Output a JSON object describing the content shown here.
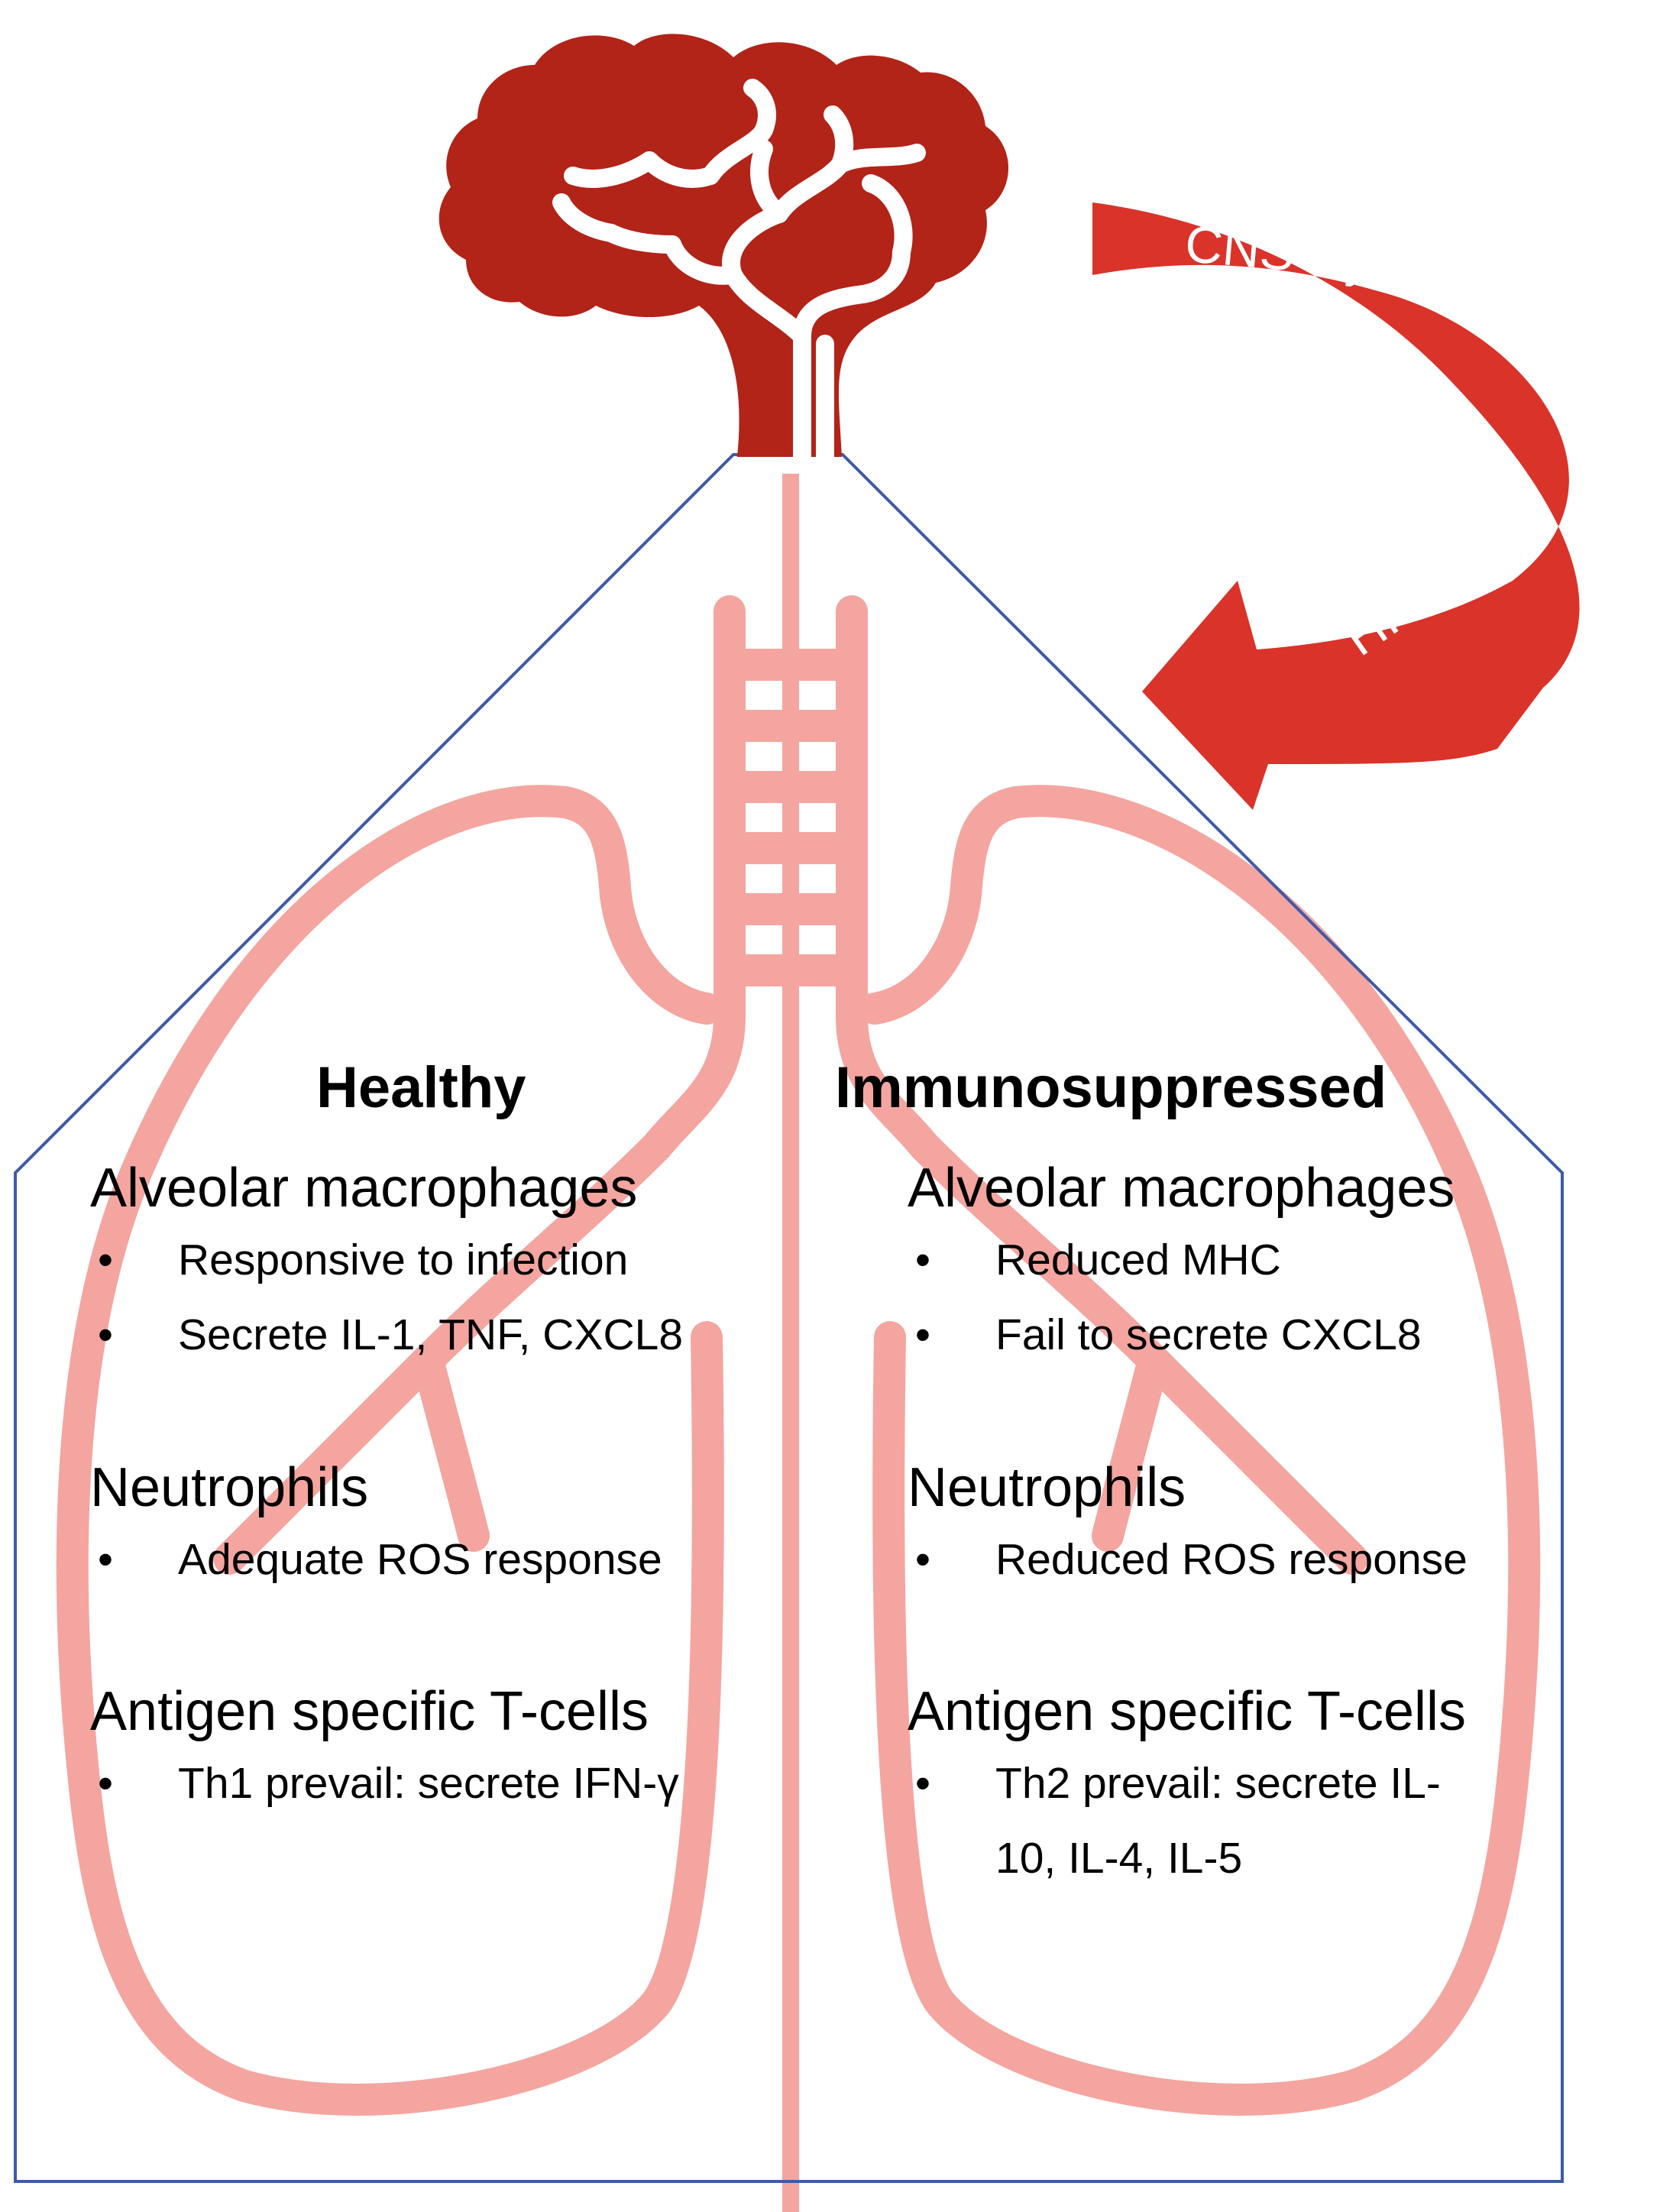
{
  "title": "",
  "arrow": {
    "top_label": "CNS injury",
    "bottom_label": "HPA, SNS",
    "color": "#d9332a"
  },
  "colors": {
    "brain": "#b22318",
    "lungs": "#f4a5a0",
    "outline": "#3f5aa8"
  },
  "icons": [
    "brain-icon",
    "lungs-icon",
    "curved-arrow-icon"
  ],
  "columns": [
    {
      "heading": "Healthy",
      "sections": [
        {
          "title": "Alveolar macrophages",
          "bullets": [
            "Responsive to infection",
            "Secrete IL-1, TNF, CXCL8"
          ]
        },
        {
          "title": "Neutrophils",
          "bullets": [
            "Adequate ROS response"
          ]
        },
        {
          "title": "Antigen specific T-cells",
          "bullets": [
            "Th1 prevail: secrete IFN-γ"
          ]
        }
      ]
    },
    {
      "heading": "Immunosuppressed",
      "sections": [
        {
          "title": "Alveolar macrophages",
          "bullets": [
            "Reduced MHC",
            "Fail to secrete CXCL8"
          ]
        },
        {
          "title": "Neutrophils",
          "bullets": [
            "Reduced ROS response"
          ]
        },
        {
          "title": "Antigen specific T-cells",
          "bullets": [
            "Th2 prevail: secrete IL-10, IL-4, IL-5"
          ]
        }
      ]
    }
  ]
}
